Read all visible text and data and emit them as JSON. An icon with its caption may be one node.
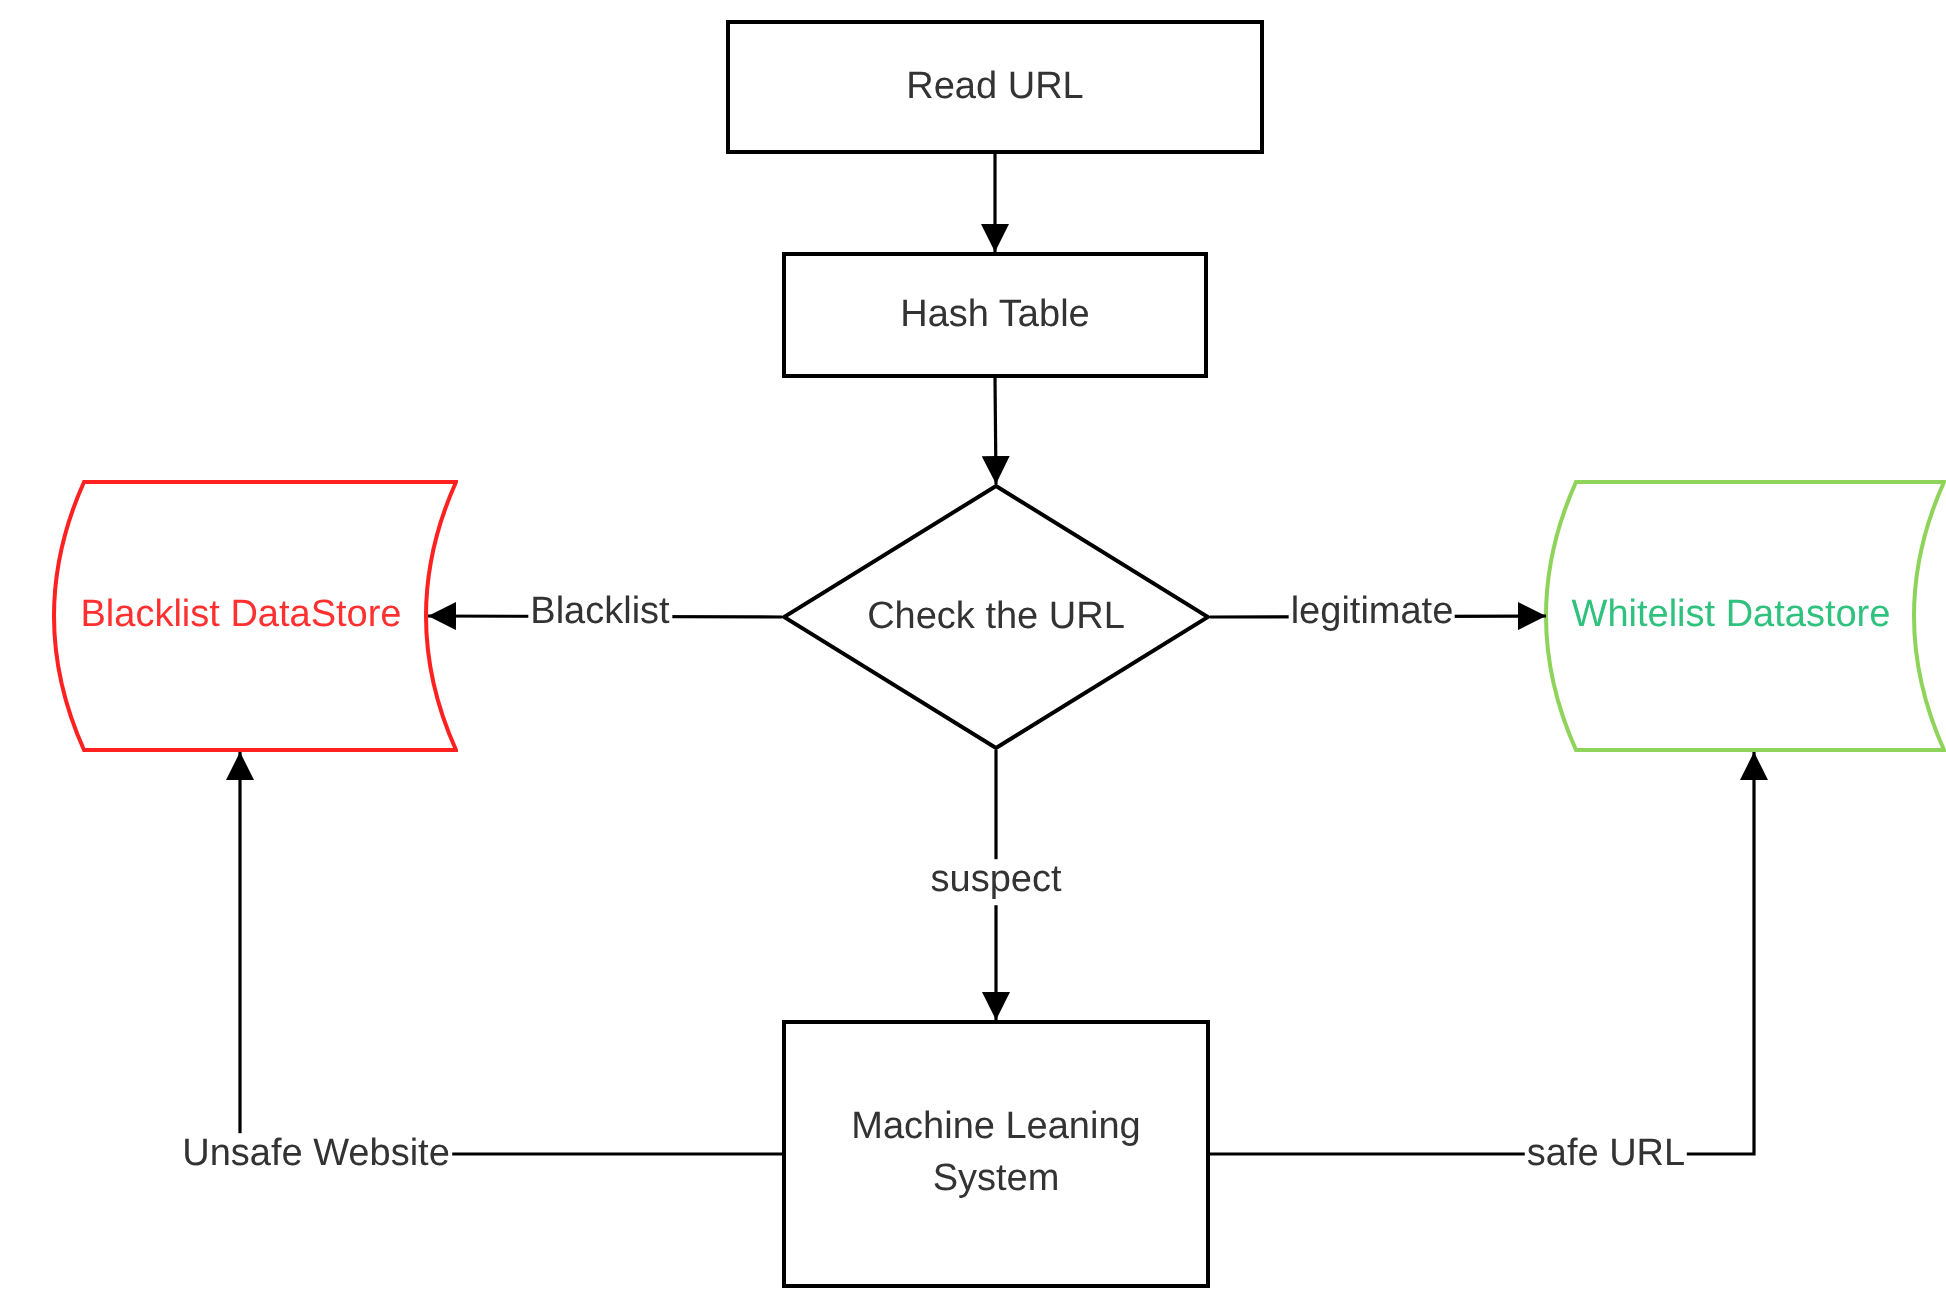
{
  "diagram": {
    "nodes": [
      {
        "text": [
          "Read URL"
        ]
      },
      {
        "text": [
          "Hash Table"
        ]
      },
      {
        "text": [
          "Check the URL"
        ]
      },
      {
        "text": [
          "Blacklist DataStore"
        ]
      },
      {
        "text": [
          "Whitelist Datastore"
        ]
      },
      {
        "text": [
          "Machine Leaning System"
        ]
      }
    ],
    "edges": [
      {
        "from": 0,
        "to": 1,
        "arrow": "to"
      },
      {
        "from": 1,
        "to": 2,
        "arrow": "to"
      },
      {
        "from": 2,
        "to": 3,
        "label": "Blacklist",
        "arrow": "to"
      },
      {
        "from": 2,
        "to": 4,
        "label": "legitimate",
        "arrow": "to"
      },
      {
        "from": 2,
        "to": 5,
        "label": "suspect",
        "arrow": "to"
      },
      {
        "from": 5,
        "to": 3,
        "label": "Unsafe Website",
        "arrow": "to"
      },
      {
        "from": 5,
        "to": 4,
        "label": "safe URL",
        "arrow": "to"
      }
    ]
  }
}
